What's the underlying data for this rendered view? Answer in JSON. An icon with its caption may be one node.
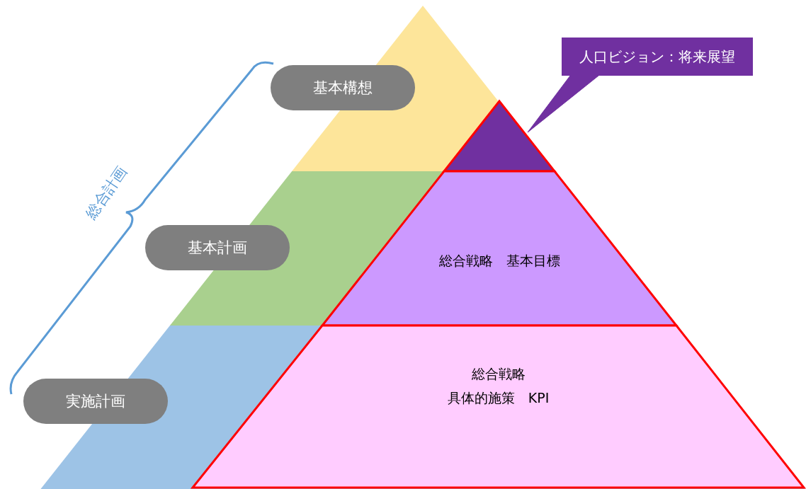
{
  "diagram": {
    "nodes": [
      {
        "text": [
          "基本構想"
        ]
      },
      {
        "text": [
          "基本計画"
        ]
      },
      {
        "text": [
          "実施計画"
        ]
      },
      {
        "text": [
          "人口ビジョン：将来展望"
        ]
      },
      {
        "text": [],
        "shape": "triangle"
      },
      {
        "text": [
          "総合戦略　基本目標"
        ]
      },
      {
        "text": [
          "総合戦略",
          "具体的施策　KPI"
        ]
      }
    ],
    "edges": [
      {
        "from": 3,
        "to": 4,
        "arrow": "none",
        "color": "#7030a0"
      }
    ],
    "labels": [
      "総合計画"
    ]
  }
}
